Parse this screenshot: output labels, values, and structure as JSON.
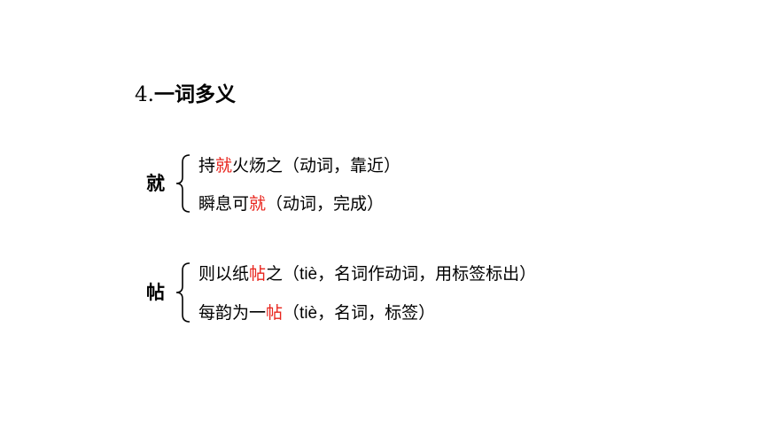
{
  "heading": {
    "number": "4.",
    "title": "一词多义"
  },
  "groups": [
    {
      "char": "就",
      "lines": [
        {
          "pre": "持",
          "hl": "就",
          "post": "火炀之（动词，靠近）"
        },
        {
          "pre": "瞬息可",
          "hl": "就",
          "post": "（动词，完成）"
        }
      ]
    },
    {
      "char": "帖",
      "lines": [
        {
          "pre": "则以纸",
          "hl": "帖",
          "post": "之（",
          "latin": "tiè",
          "post2": "，名词作动词，用标签标出）"
        },
        {
          "pre": "每韵为一",
          "hl": "帖",
          "post": "（",
          "latin": "tiè",
          "post2": "，名词，标签）"
        }
      ]
    }
  ],
  "colors": {
    "highlight": "#e8241c",
    "text": "#000000",
    "background": "#ffffff"
  }
}
